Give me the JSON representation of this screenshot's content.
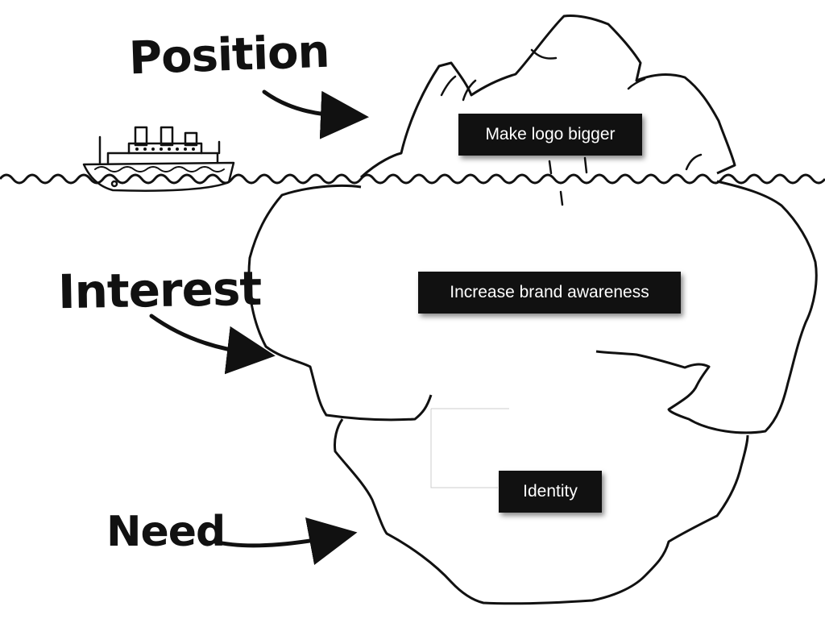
{
  "levels": {
    "position": "Position",
    "interest": "Interest",
    "need": "Need"
  },
  "tags": {
    "top": "Make logo bigger",
    "middle": "Increase brand awareness",
    "bottom": "Identity"
  },
  "colors": {
    "ink": "#111111",
    "tag_background": "#111111",
    "tag_text": "#ffffff",
    "background": "#ffffff"
  }
}
